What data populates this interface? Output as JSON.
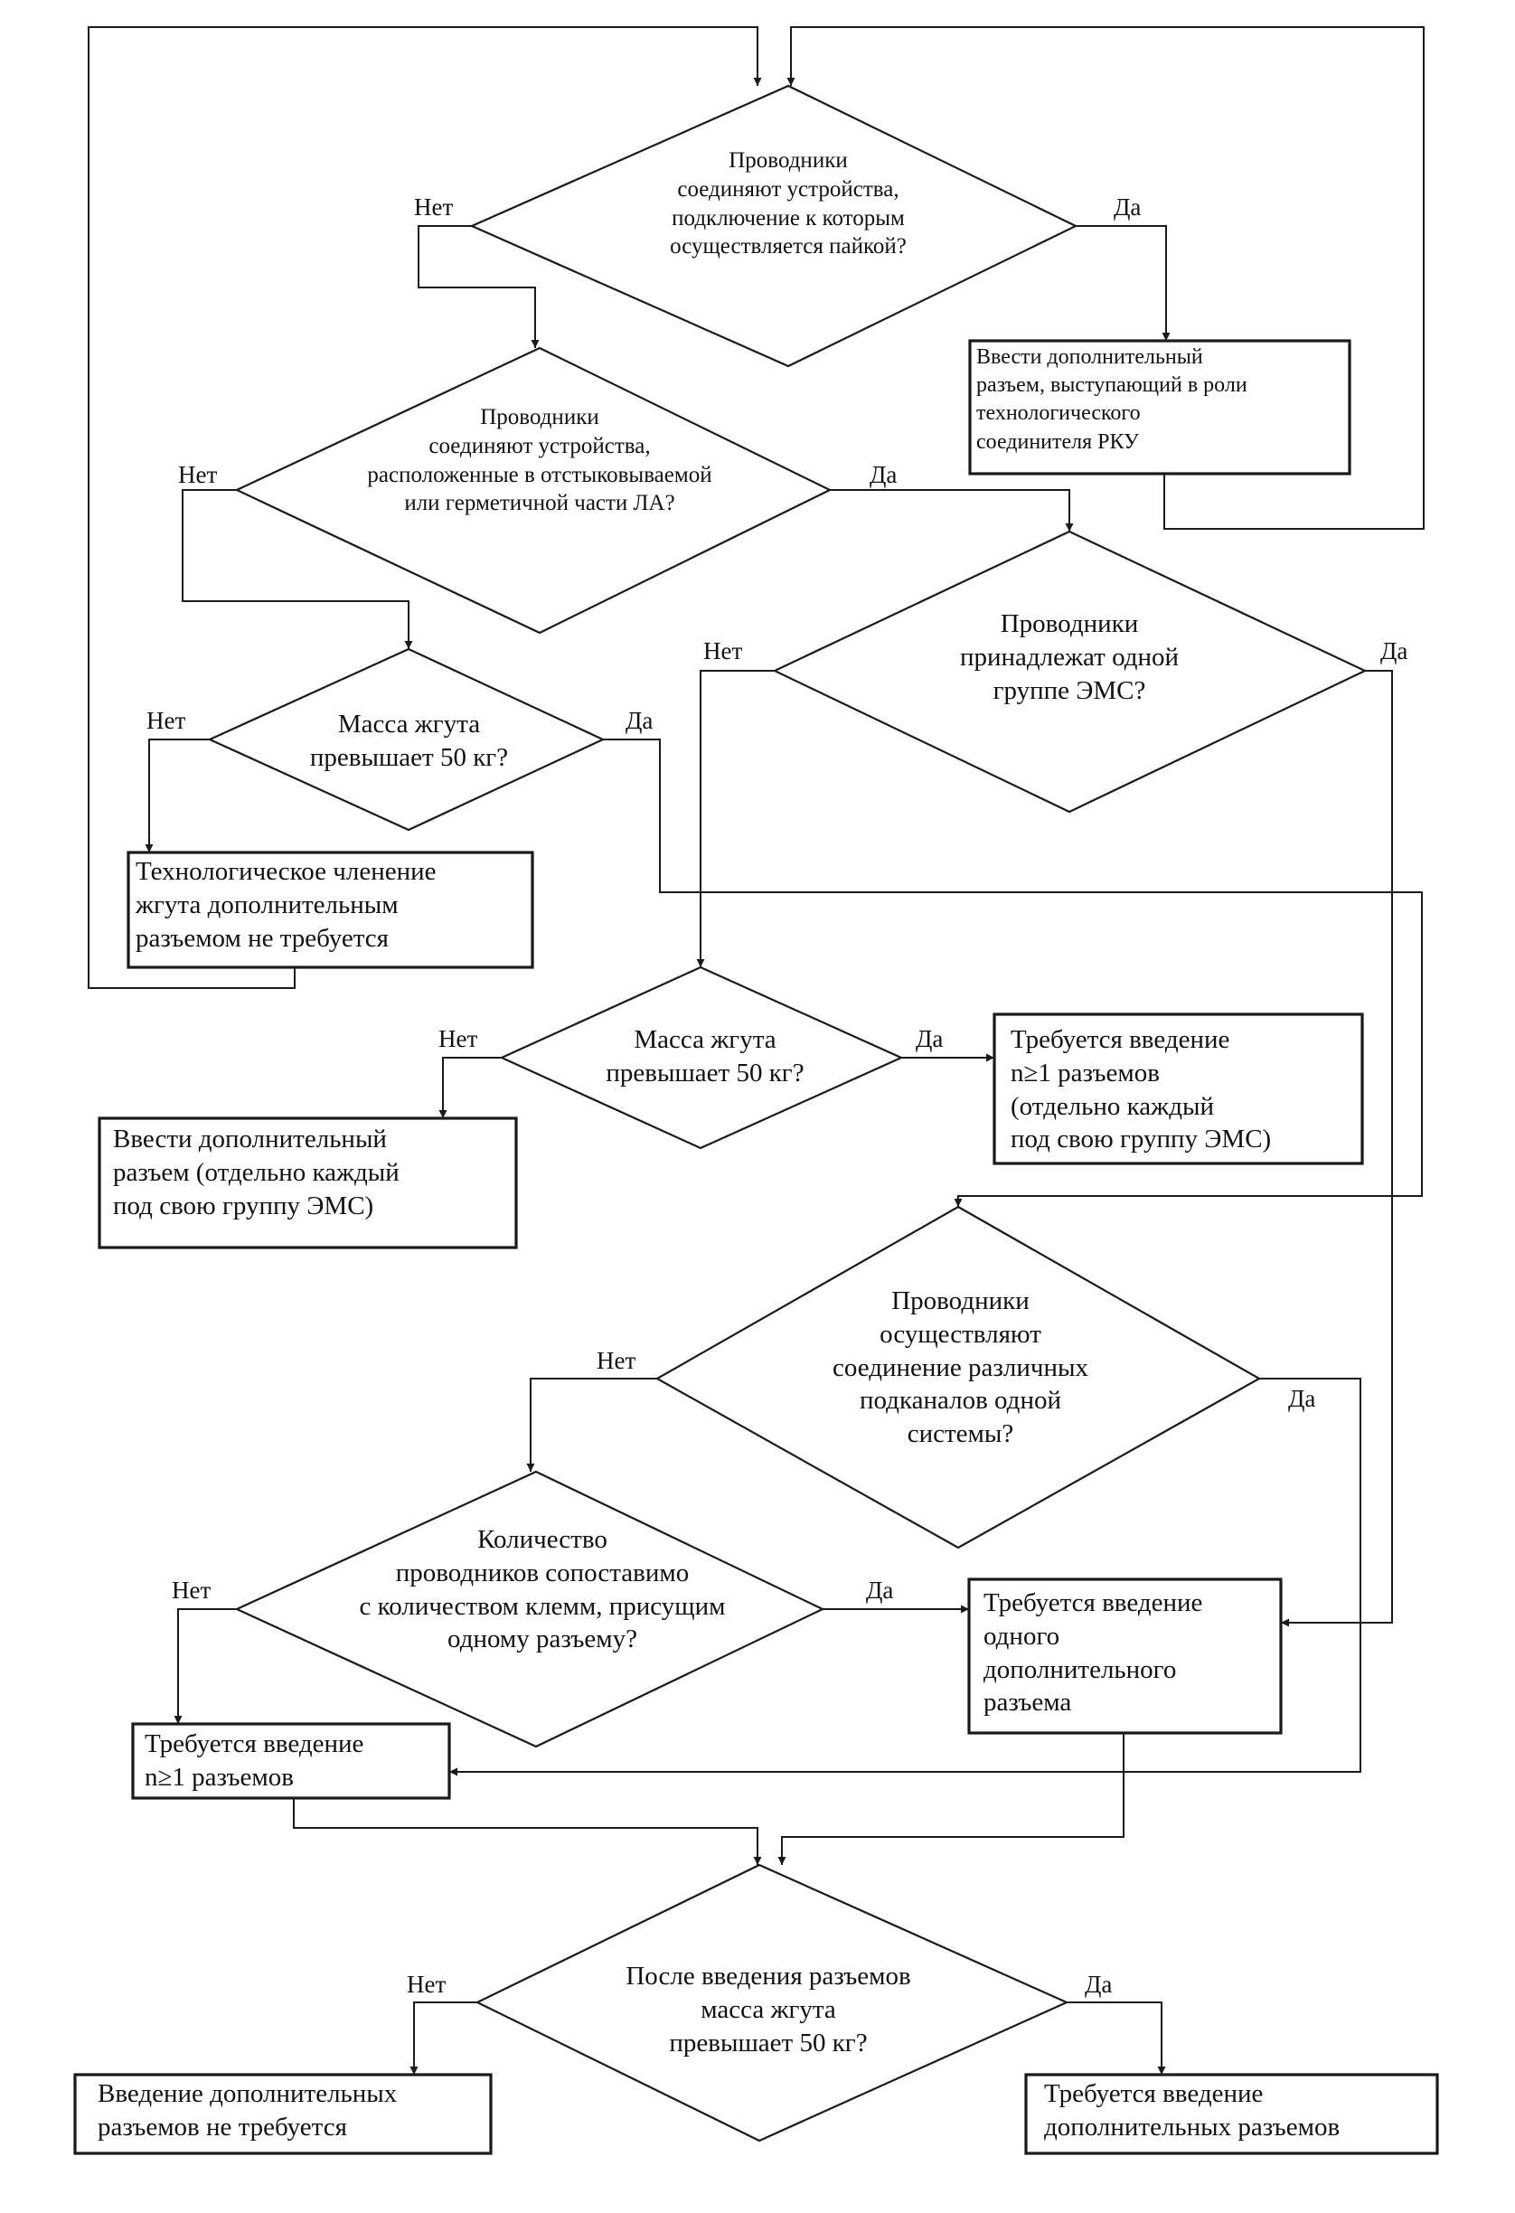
{
  "labels": {
    "yes": "Да",
    "no": "Нет"
  },
  "decisions": {
    "d1": "Проводники\nсоединяют устройства,\nподключение к которым\nосуществляется пайкой?",
    "d2": "Проводники\nсоединяют устройства,\nрасположенные в отстыковываемой\nили герметичной части ЛА?",
    "d3": "Масса жгута\nпревышает 50 кг?",
    "d4": "Проводники\nпринадлежат одной\nгруппе ЭМС?",
    "d5": "Масса жгута\nпревышает 50 кг?",
    "d6": "Проводники\nосуществляют\nсоединение различных\nподканалов одной\nсистемы?",
    "d7": "Количество\nпроводников сопоставимо\nс количеством клемм, присущим\nодному разъему?",
    "d8": "После введения разъемов\nмасса жгута\nпревышает 50 кг?"
  },
  "processes": {
    "p1": "Ввести дополнительный\nразъем, выступающий в роли\nтехнологического\nсоединителя  РКУ",
    "p2": "Технологическое членение\nжгута дополнительным\nразъемом не требуется",
    "p3": "Требуется введение\nn≥1 разъемов\n(отдельно каждый\nпод свою группу ЭМС)",
    "p4": "Ввести дополнительный\nразъем (отдельно каждый\nпод свою группу ЭМС)",
    "p5": "Требуется введение\nодного\nдополнительного\nразъема",
    "p6": "Требуется введение\nn≥1 разъемов",
    "p7": "Введение дополнительных\nразъемов не требуется",
    "p8": "Требуется введение\nдополнительных разъемов"
  },
  "style": {
    "line_color": "#1a1a1a",
    "text_color": "#111111",
    "background": "#ffffff"
  }
}
